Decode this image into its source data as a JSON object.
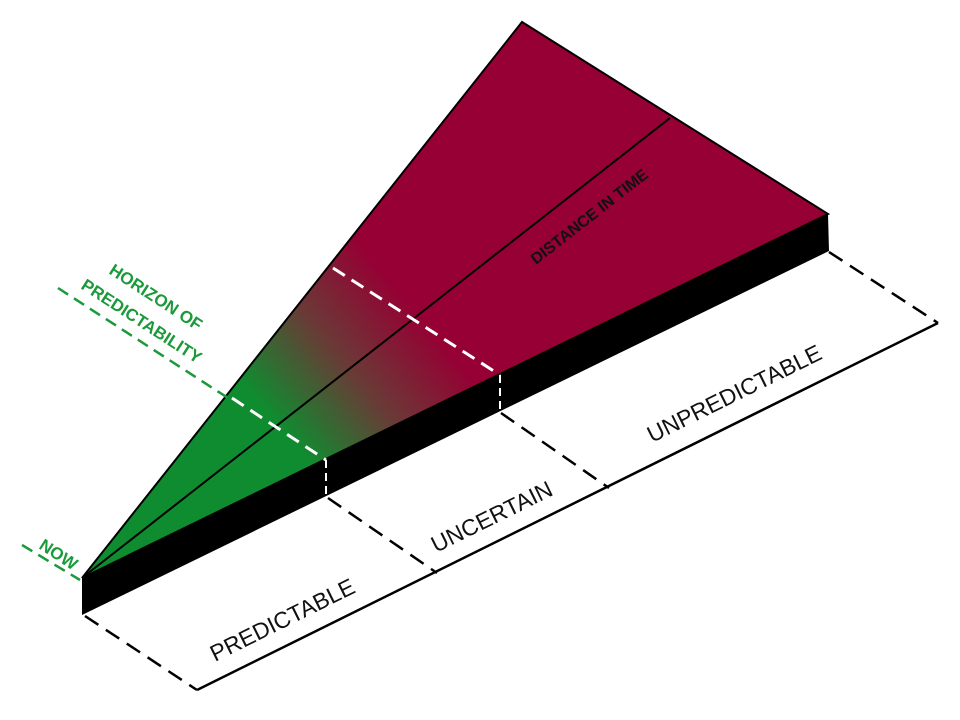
{
  "labels": {
    "now": "NOW",
    "horizon_line1": "HORIZON OF",
    "horizon_line2": "PREDICTABILITY",
    "distance": "DISTANCE IN TIME",
    "predictable": "PREDICTABLE",
    "uncertain": "UNCERTAIN",
    "unpredictable": "UNPREDICTABLE"
  },
  "colors": {
    "green": "#0f8c30",
    "crimson": "#960034",
    "label_green": "#1a9a3a",
    "slab": "#000000"
  }
}
